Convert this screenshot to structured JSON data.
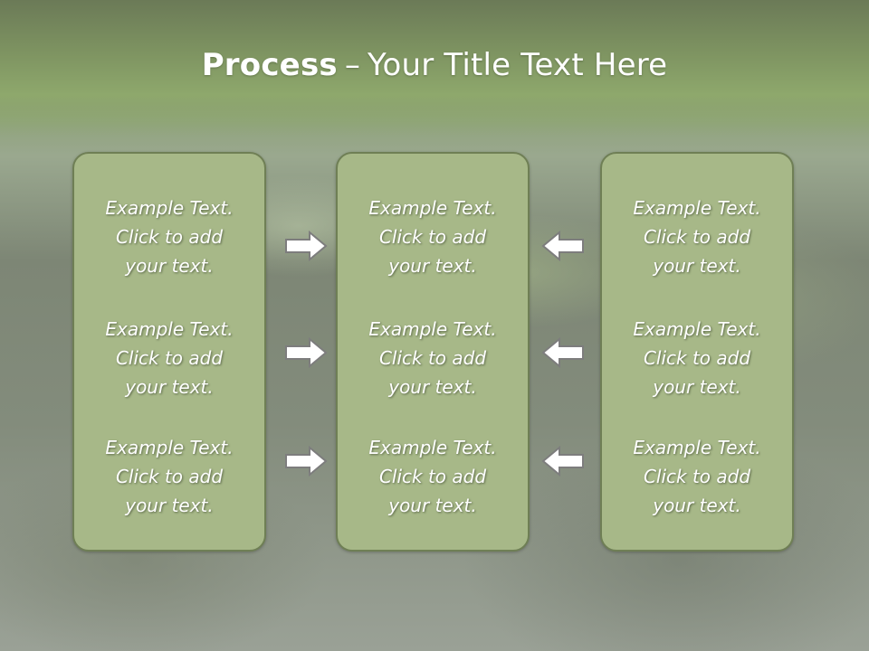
{
  "title": {
    "bold": "Process",
    "separator": "–",
    "rest": "Your Title Text Here"
  },
  "columns": [
    {
      "items": [
        {
          "line1": "Example Text.",
          "line2": "Click  to add",
          "line3": "your text."
        },
        {
          "line1": "Example Text.",
          "line2": "Click  to add",
          "line3": "your text."
        },
        {
          "line1": "Example Text.",
          "line2": "Click  to add",
          "line3": "your text."
        }
      ]
    },
    {
      "items": [
        {
          "line1": "Example Text.",
          "line2": "Click  to add",
          "line3": "your text."
        },
        {
          "line1": "Example Text.",
          "line2": "Click  to add",
          "line3": "your text."
        },
        {
          "line1": "Example Text.",
          "line2": "Click  to add",
          "line3": "your text."
        }
      ]
    },
    {
      "items": [
        {
          "line1": "Example Text.",
          "line2": "Click  to add",
          "line3": "your text."
        },
        {
          "line1": "Example Text.",
          "line2": "Click  to add",
          "line3": "your text."
        },
        {
          "line1": "Example Text.",
          "line2": "Click  to add",
          "line3": "your text."
        }
      ]
    }
  ],
  "arrows": {
    "left_group": "right-arrow-icon",
    "right_group": "left-arrow-icon",
    "fill": "#ffffff",
    "stroke": "#7d7d7d"
  },
  "colors": {
    "box_fill": "#a7b888",
    "box_border": "#6f7f55",
    "title_band": "#8ea86c"
  }
}
